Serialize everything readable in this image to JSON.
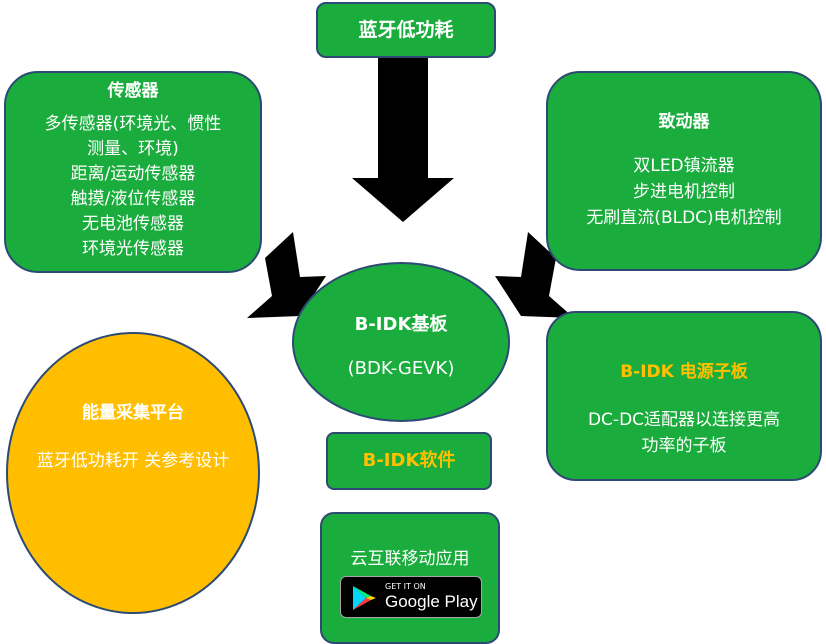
{
  "top": {
    "label": "蓝牙低功耗"
  },
  "sensors": {
    "title": "传感器",
    "items": [
      "多传感器(环境光、惯性",
      "测量、环境)",
      "距离/运动传感器",
      "触摸/液位传感器",
      "无电池传感器",
      "环境光传感器"
    ]
  },
  "actuators": {
    "title": "致动器",
    "items": [
      "双LED镇流器",
      "步进电机控制",
      "无刷直流(BLDC)电机控制"
    ]
  },
  "board": {
    "title": "B-IDK基板",
    "subtitle": "(BDK-GEVK)"
  },
  "power": {
    "title": "B-IDK 电源子板",
    "items": [
      "DC-DC适配器以连接更高",
      "功率的子板"
    ]
  },
  "energy": {
    "title": "能量采集平台",
    "items": [
      "蓝牙低功耗开",
      "关参考设计"
    ]
  },
  "software": {
    "label": "B-IDK软件"
  },
  "cloud": {
    "label": "云互联移动应用",
    "badge_small": "GET IT ON",
    "badge_large": "Google Play"
  },
  "colors": {
    "green": "#1aad3d",
    "yellow": "#ffbf00",
    "border": "#2c4a73",
    "highlight_text": "#ffc000",
    "arrow": "#000000"
  }
}
